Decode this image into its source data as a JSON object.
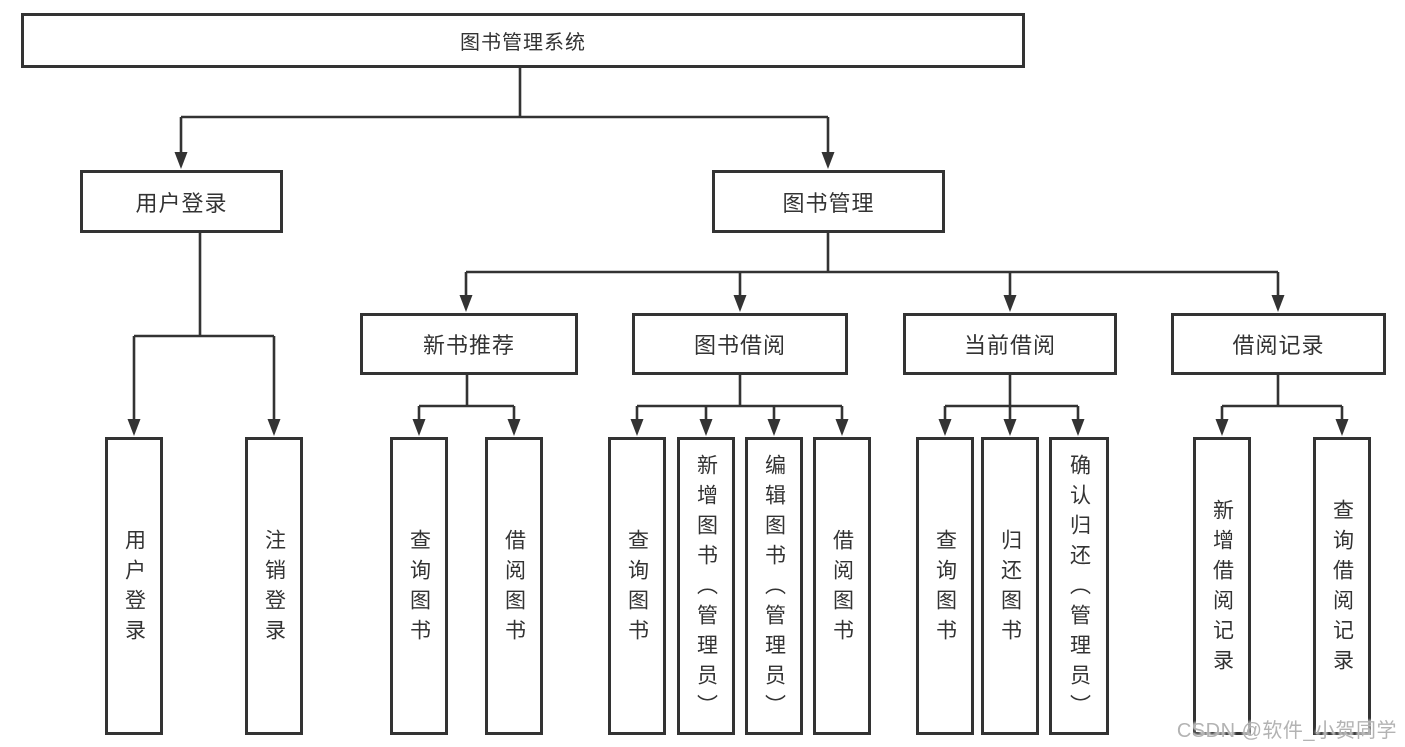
{
  "tree": {
    "label": "图书管理系统",
    "children": [
      {
        "label": "用户登录",
        "children": [
          {
            "label": "用户登录"
          },
          {
            "label": "注销登录"
          }
        ]
      },
      {
        "label": "图书管理",
        "children": [
          {
            "label": "新书推荐",
            "children": [
              {
                "label": "查询图书"
              },
              {
                "label": "借阅图书"
              }
            ]
          },
          {
            "label": "图书借阅",
            "children": [
              {
                "label": "查询图书"
              },
              {
                "label": "新增图书（管理员）"
              },
              {
                "label": "编辑图书（管理员）"
              },
              {
                "label": "借阅图书"
              }
            ]
          },
          {
            "label": "当前借阅",
            "children": [
              {
                "label": "查询图书"
              },
              {
                "label": "归还图书"
              },
              {
                "label": "确认归还（管理员）"
              }
            ]
          },
          {
            "label": "借阅记录",
            "children": [
              {
                "label": "新增借阅记录"
              },
              {
                "label": "查询借阅记录"
              }
            ]
          }
        ]
      }
    ]
  },
  "watermark": "CSDN @软件_小贺同学",
  "colors": {
    "line": "#333333",
    "box_border": "#333333",
    "text": "#333333",
    "watermark": "#b3b3b3",
    "background": "#ffffff"
  }
}
